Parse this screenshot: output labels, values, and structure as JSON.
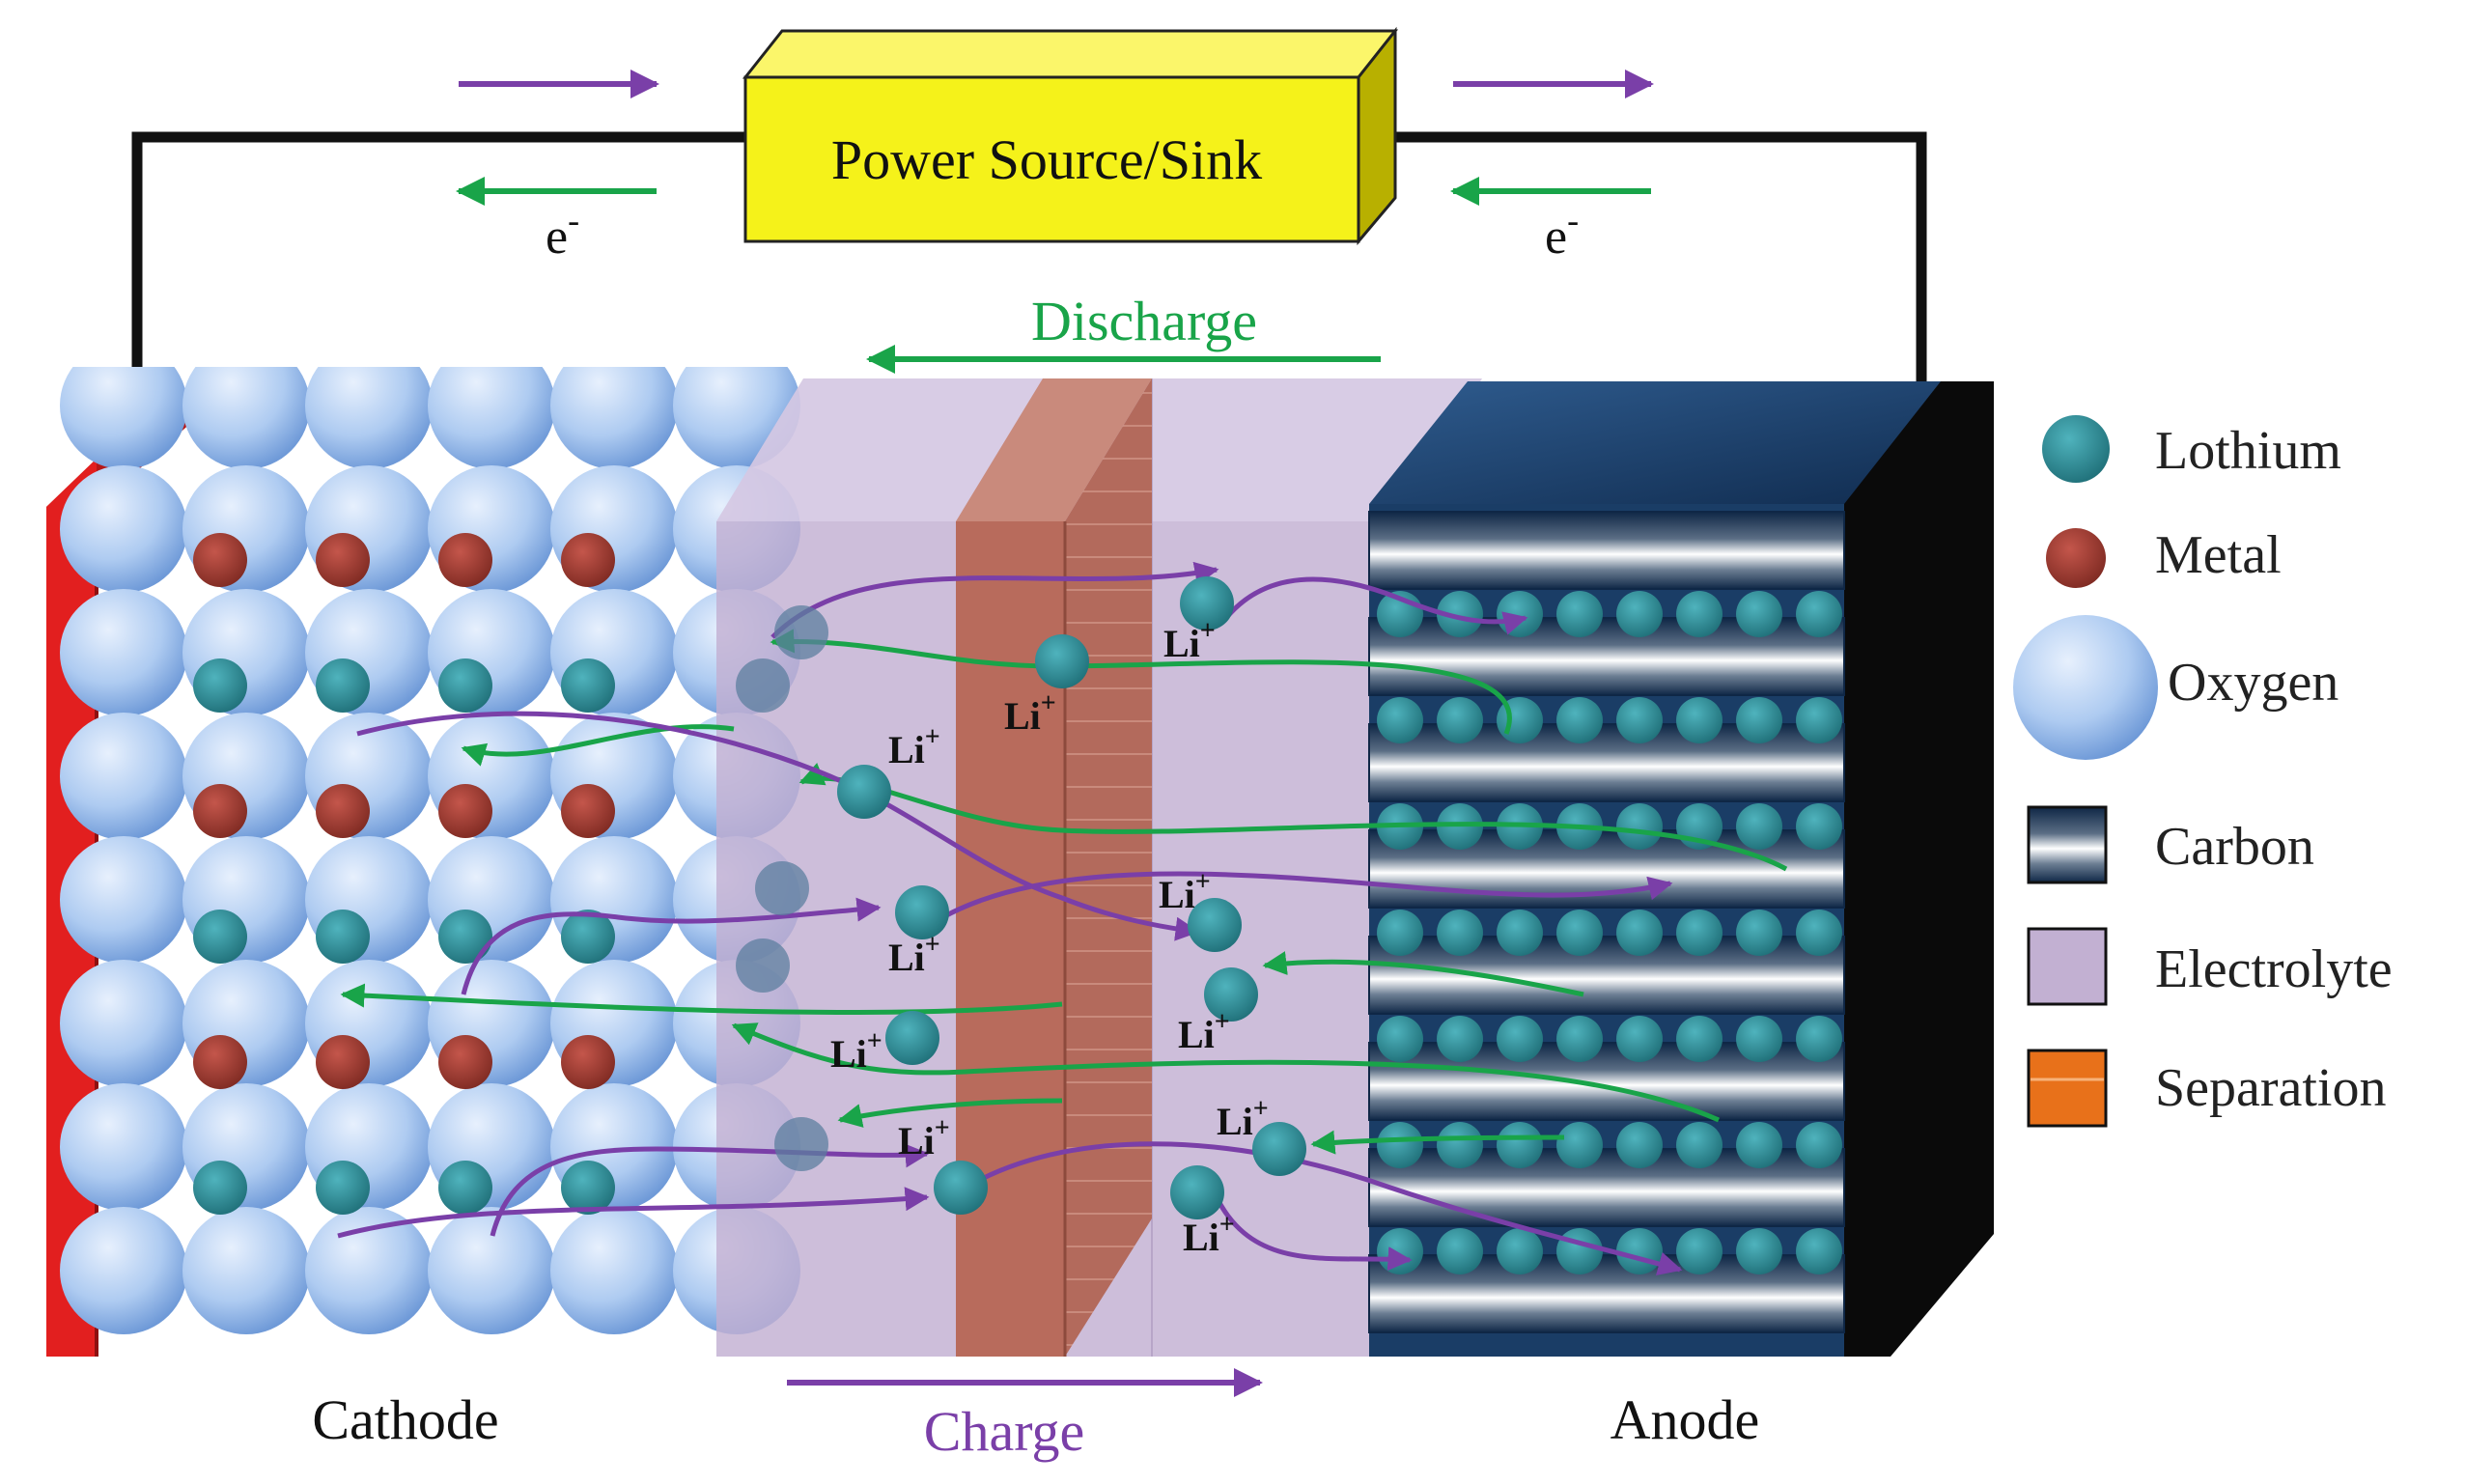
{
  "power": {
    "label": "Power Source/Sink"
  },
  "electron": {
    "left": "e",
    "right": "e",
    "sup": "-"
  },
  "process": {
    "discharge": "Discharge",
    "charge": "Charge"
  },
  "electrodes": {
    "cathode": "Cathode",
    "anode": "Anode"
  },
  "ion": {
    "base": "Li",
    "sup": "+"
  },
  "legend": {
    "lithium": "Lothium",
    "metal": "Metal",
    "oxygen": "Oxygen",
    "carbon": "Carbon",
    "electrolyte": "Electrolyte",
    "separation": "Separation"
  },
  "colors": {
    "lithium": "#2b8a94",
    "metal": "#a0392f",
    "oxygen": "#a9c7ef",
    "electrolyte": "#c2b0d2",
    "separator": "#b86b5c",
    "separation_legend": "#e8711a",
    "anode_dark": "#173a63",
    "discharge_arrow": "#19a449",
    "charge_arrow": "#7a3fa8",
    "power_box": "#f5f21a",
    "collector": "#e21f1f"
  }
}
